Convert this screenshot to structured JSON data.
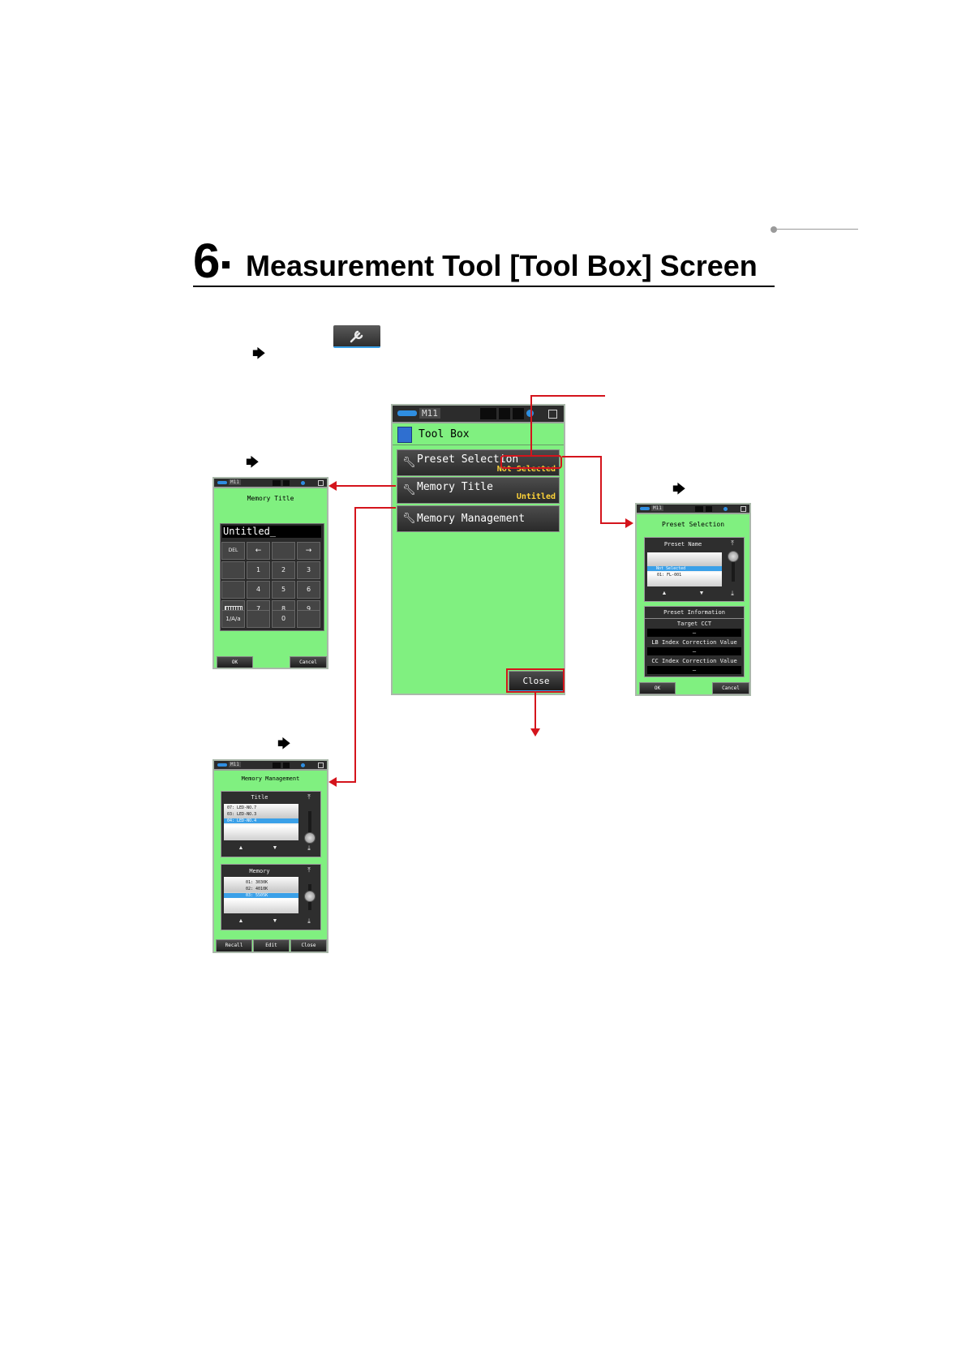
{
  "header": {
    "chapter_number": "6",
    "chapter_title": "Measurement Tool [Tool Box] Screen"
  },
  "main_screen": {
    "status_label": "M11",
    "title": "Tool Box",
    "items": [
      {
        "label": "Preset Selection",
        "value": "Not Selected"
      },
      {
        "label": "Memory Title",
        "value": "Untitled"
      },
      {
        "label": "Memory Management",
        "value": ""
      }
    ],
    "close_label": "Close"
  },
  "memory_title_screen": {
    "status_label": "M11",
    "title": "Memory Title",
    "input_value": "Untitled_",
    "keys": {
      "del": "DEL",
      "left": "←",
      "right": "→",
      "k1": "1",
      "k2": "2",
      "k3": "3",
      "k4": "4",
      "k5": "5",
      "k6": "6",
      "k7": "7",
      "k8": "8",
      "k9": "9",
      "k0": "0",
      "mode": "1/A/a"
    },
    "ok_label": "OK",
    "cancel_label": "Cancel"
  },
  "memory_management_screen": {
    "status_label": "M11",
    "title": "Memory Management",
    "title_panel": {
      "heading": "Title",
      "rows": [
        "07: LED-NO.7",
        "03: LED-NO.3",
        "04: LED-NO.4"
      ],
      "selected_index": 2
    },
    "memory_panel": {
      "heading": "Memory",
      "rows": [
        "01:  3030K",
        "02:  4010K",
        "03:  5505K"
      ],
      "selected_index": 2
    },
    "recall_label": "Recall",
    "edit_label": "Edit",
    "close_label": "Close"
  },
  "preset_selection_screen": {
    "status_label": "M11",
    "title": "Preset Selection",
    "name_heading": "Preset Name",
    "rows": [
      "Not Selected",
      "01: FL-001"
    ],
    "selected_index": 0,
    "info_heading": "Preset Information",
    "target_cct_label": "Target CCT",
    "target_cct_value": "—",
    "lb_label": "LB Index Correction Value",
    "lb_value": "—",
    "cc_label": "CC Index Correction Value",
    "cc_value": "—",
    "ok_label": "OK",
    "cancel_label": "Cancel"
  },
  "icons": {
    "wrench": "wrench-icon",
    "arrow": "right-arrow-icon",
    "toolbox": "toolbox-icon"
  },
  "colors": {
    "screen_green": "#80f080",
    "callout_red": "#d4141c",
    "selection_blue": "#3aa0e8",
    "value_yellow": "#ffd43a"
  }
}
